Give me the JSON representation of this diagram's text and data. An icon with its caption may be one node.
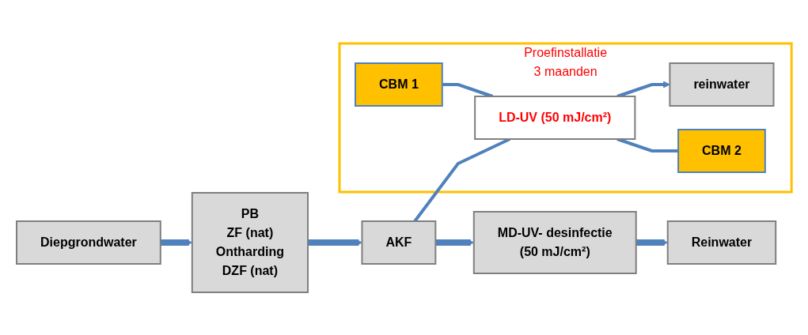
{
  "diagram": {
    "nodes": [
      {
        "text": [
          "Diepgrondwater"
        ]
      },
      {
        "text": [
          "PB",
          "ZF (nat)",
          "Ontharding",
          "DZF (nat)"
        ]
      },
      {
        "text": [
          "AKF"
        ]
      },
      {
        "text": [
          "MD-UV- desinfectie",
          "(50 mJ/cm²)"
        ]
      },
      {
        "text": [
          "Reinwater"
        ]
      },
      {
        "text": [
          "Proefinstallatie",
          "3 maanden"
        ]
      },
      {
        "text": [
          "LD-UV (50 mJ/cm²)"
        ],
        "in": 5
      },
      {
        "text": [
          "reinwater"
        ],
        "in": 5
      },
      {
        "text": [
          "CBM 1"
        ],
        "in": 5
      },
      {
        "text": [
          "CBM 2"
        ],
        "in": 5
      }
    ],
    "edges": [
      {
        "from": 0,
        "to": 1,
        "arrow": "to",
        "style": "thick"
      },
      {
        "from": 1,
        "to": 2,
        "arrow": "to",
        "style": "thick"
      },
      {
        "from": 2,
        "to": 3,
        "arrow": "to",
        "style": "thick"
      },
      {
        "from": 3,
        "to": 4,
        "arrow": "to",
        "style": "thick"
      },
      {
        "from": 2,
        "to": 6,
        "arrow": "none"
      },
      {
        "from": 6,
        "to": 7,
        "arrow": "to"
      },
      {
        "from": 8,
        "to": 6,
        "arrow": "none"
      },
      {
        "from": 6,
        "to": 9,
        "arrow": "none"
      }
    ]
  }
}
